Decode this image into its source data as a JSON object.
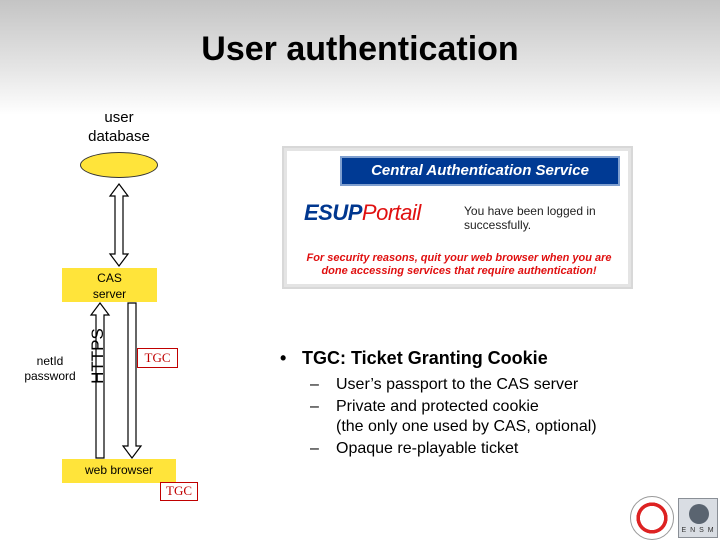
{
  "slide": {
    "title": "User authentication"
  },
  "diagram": {
    "user_database_label": "user\ndatabase",
    "cas_server_label": "CAS\nserver",
    "netid_label": "netId\npassword",
    "https_label": "HTTPS",
    "tgc_badge_1": "TGC",
    "tgc_badge_2": "TGC",
    "web_browser_label": "web browser",
    "node_color": "#ffe43a",
    "badge_color": "#c00000"
  },
  "cas_screenshot": {
    "header": "Central Authentication Service",
    "logo_esup": "ESUP",
    "logo_portail": "Portail",
    "logged_message": "You have been logged in successfully.",
    "security_message": "For security reasons, quit your web browser when you are done accessing services that require authentication!",
    "header_color": "#003a94"
  },
  "bullets": {
    "main": "TGC: Ticket Granting Cookie",
    "sub": [
      "User’s passport to the CAS server",
      "Private and protected cookie",
      "(the only one used by CAS, optional)",
      "Opaque re-playable ticket"
    ]
  },
  "logos": {
    "ensm_text": "E N S M"
  }
}
